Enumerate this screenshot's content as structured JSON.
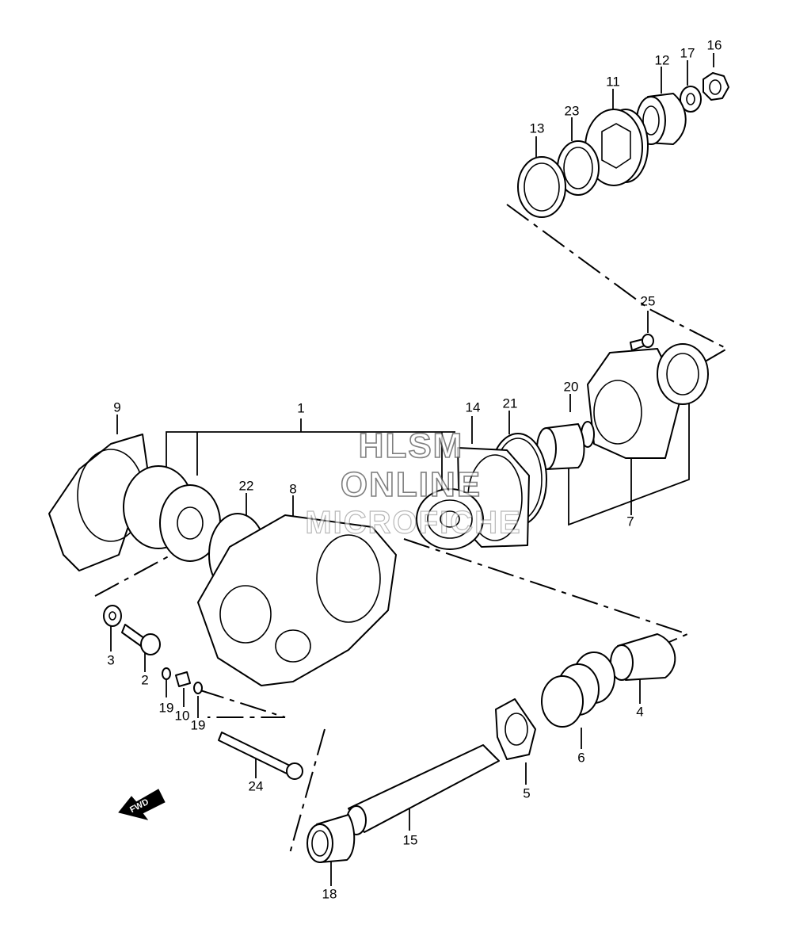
{
  "watermark": {
    "line1": "HLSM",
    "line2": "ONLINE",
    "line3": "MICROFICHE"
  },
  "fwd_badge": {
    "text": "FWD"
  },
  "callouts": {
    "c1": "1",
    "c2": "2",
    "c3": "3",
    "c4": "4",
    "c5": "5",
    "c6": "6",
    "c7": "7",
    "c8": "8",
    "c9": "9",
    "c10": "10",
    "c11": "11",
    "c12": "12",
    "c13": "13",
    "c14": "14",
    "c15": "15",
    "c16": "16",
    "c17": "17",
    "c18": "18",
    "c19a": "19",
    "c19b": "19",
    "c20": "20",
    "c21": "21",
    "c22": "22",
    "c23": "23",
    "c24": "24",
    "c25": "25"
  }
}
